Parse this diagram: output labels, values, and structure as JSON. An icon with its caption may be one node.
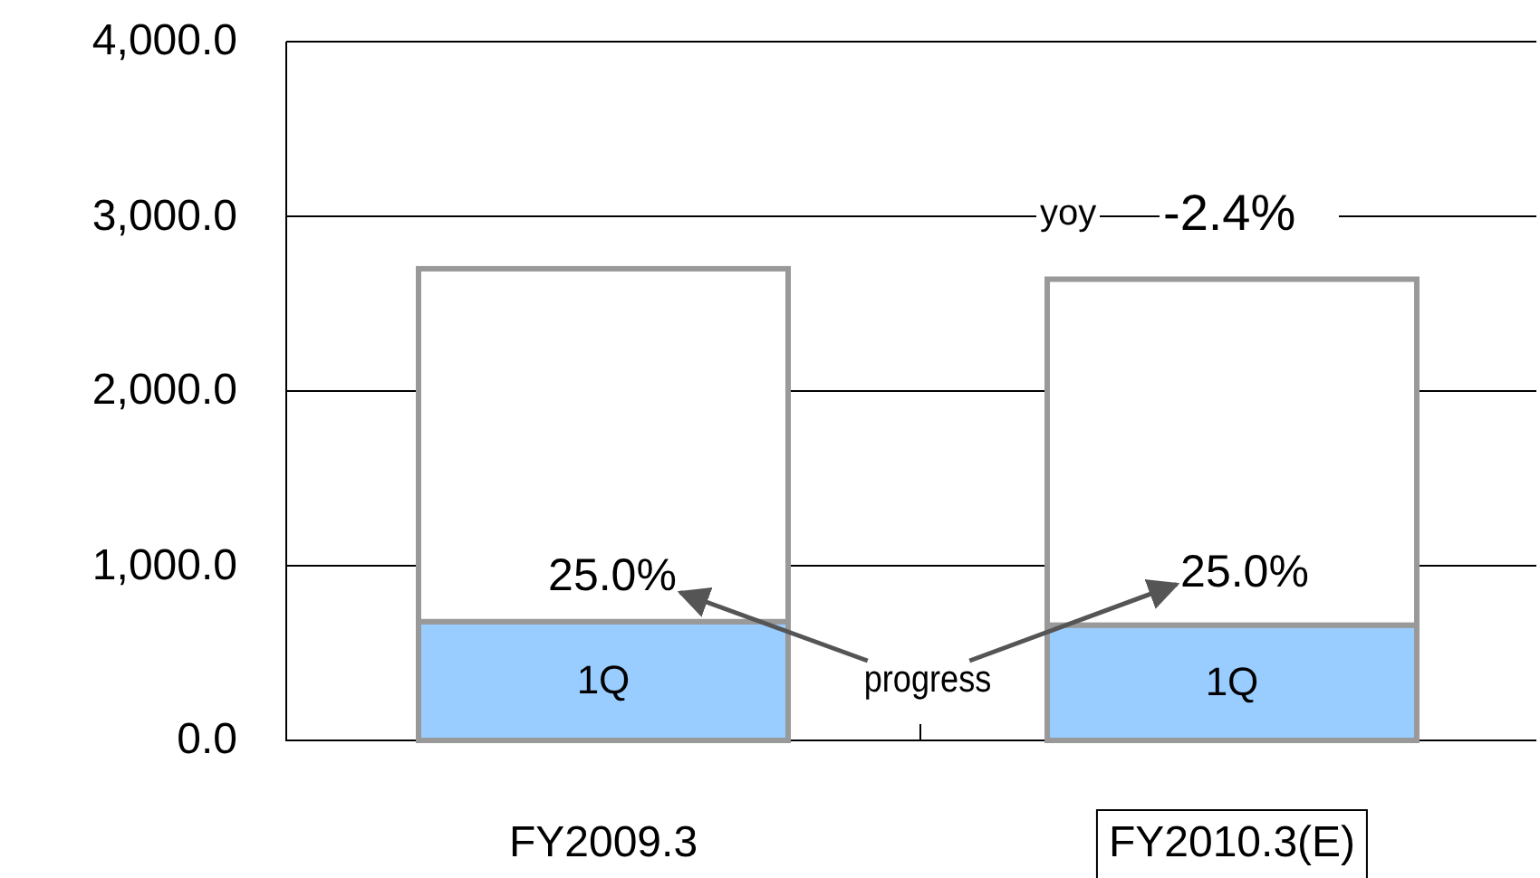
{
  "diagram": {
    "nodes": [
      {
        "text": [
          "progress"
        ]
      },
      {
        "text": [
          "25.0%"
        ]
      },
      {
        "text": [
          "25.0%"
        ]
      }
    ],
    "edges": [
      {
        "from": 0,
        "to": 1,
        "arrow": "to"
      },
      {
        "from": 0,
        "to": 2,
        "arrow": "to"
      }
    ],
    "labels": [
      "yoy",
      "-2.4%"
    ],
    "chart_data": {
      "type": "bar",
      "stacked": true,
      "grid": true,
      "categories": [
        "FY2009.3",
        "FY2010.3(E)"
      ],
      "series": [
        {
          "name": "1Q",
          "color": "#99ccff",
          "values": [
            680,
            660
          ]
        },
        {
          "color": "#ffffff",
          "values": [
            2020,
            1980
          ]
        }
      ],
      "ylim": [
        0,
        4000
      ],
      "yticks": [
        {
          "value": 0,
          "label": "0.0"
        },
        {
          "value": 1000,
          "label": "1,000.0"
        },
        {
          "value": 2000,
          "label": "2,000.0"
        },
        {
          "value": 3000,
          "label": "3,000.0"
        },
        {
          "value": 4000,
          "label": "4,000.0"
        }
      ]
    }
  }
}
